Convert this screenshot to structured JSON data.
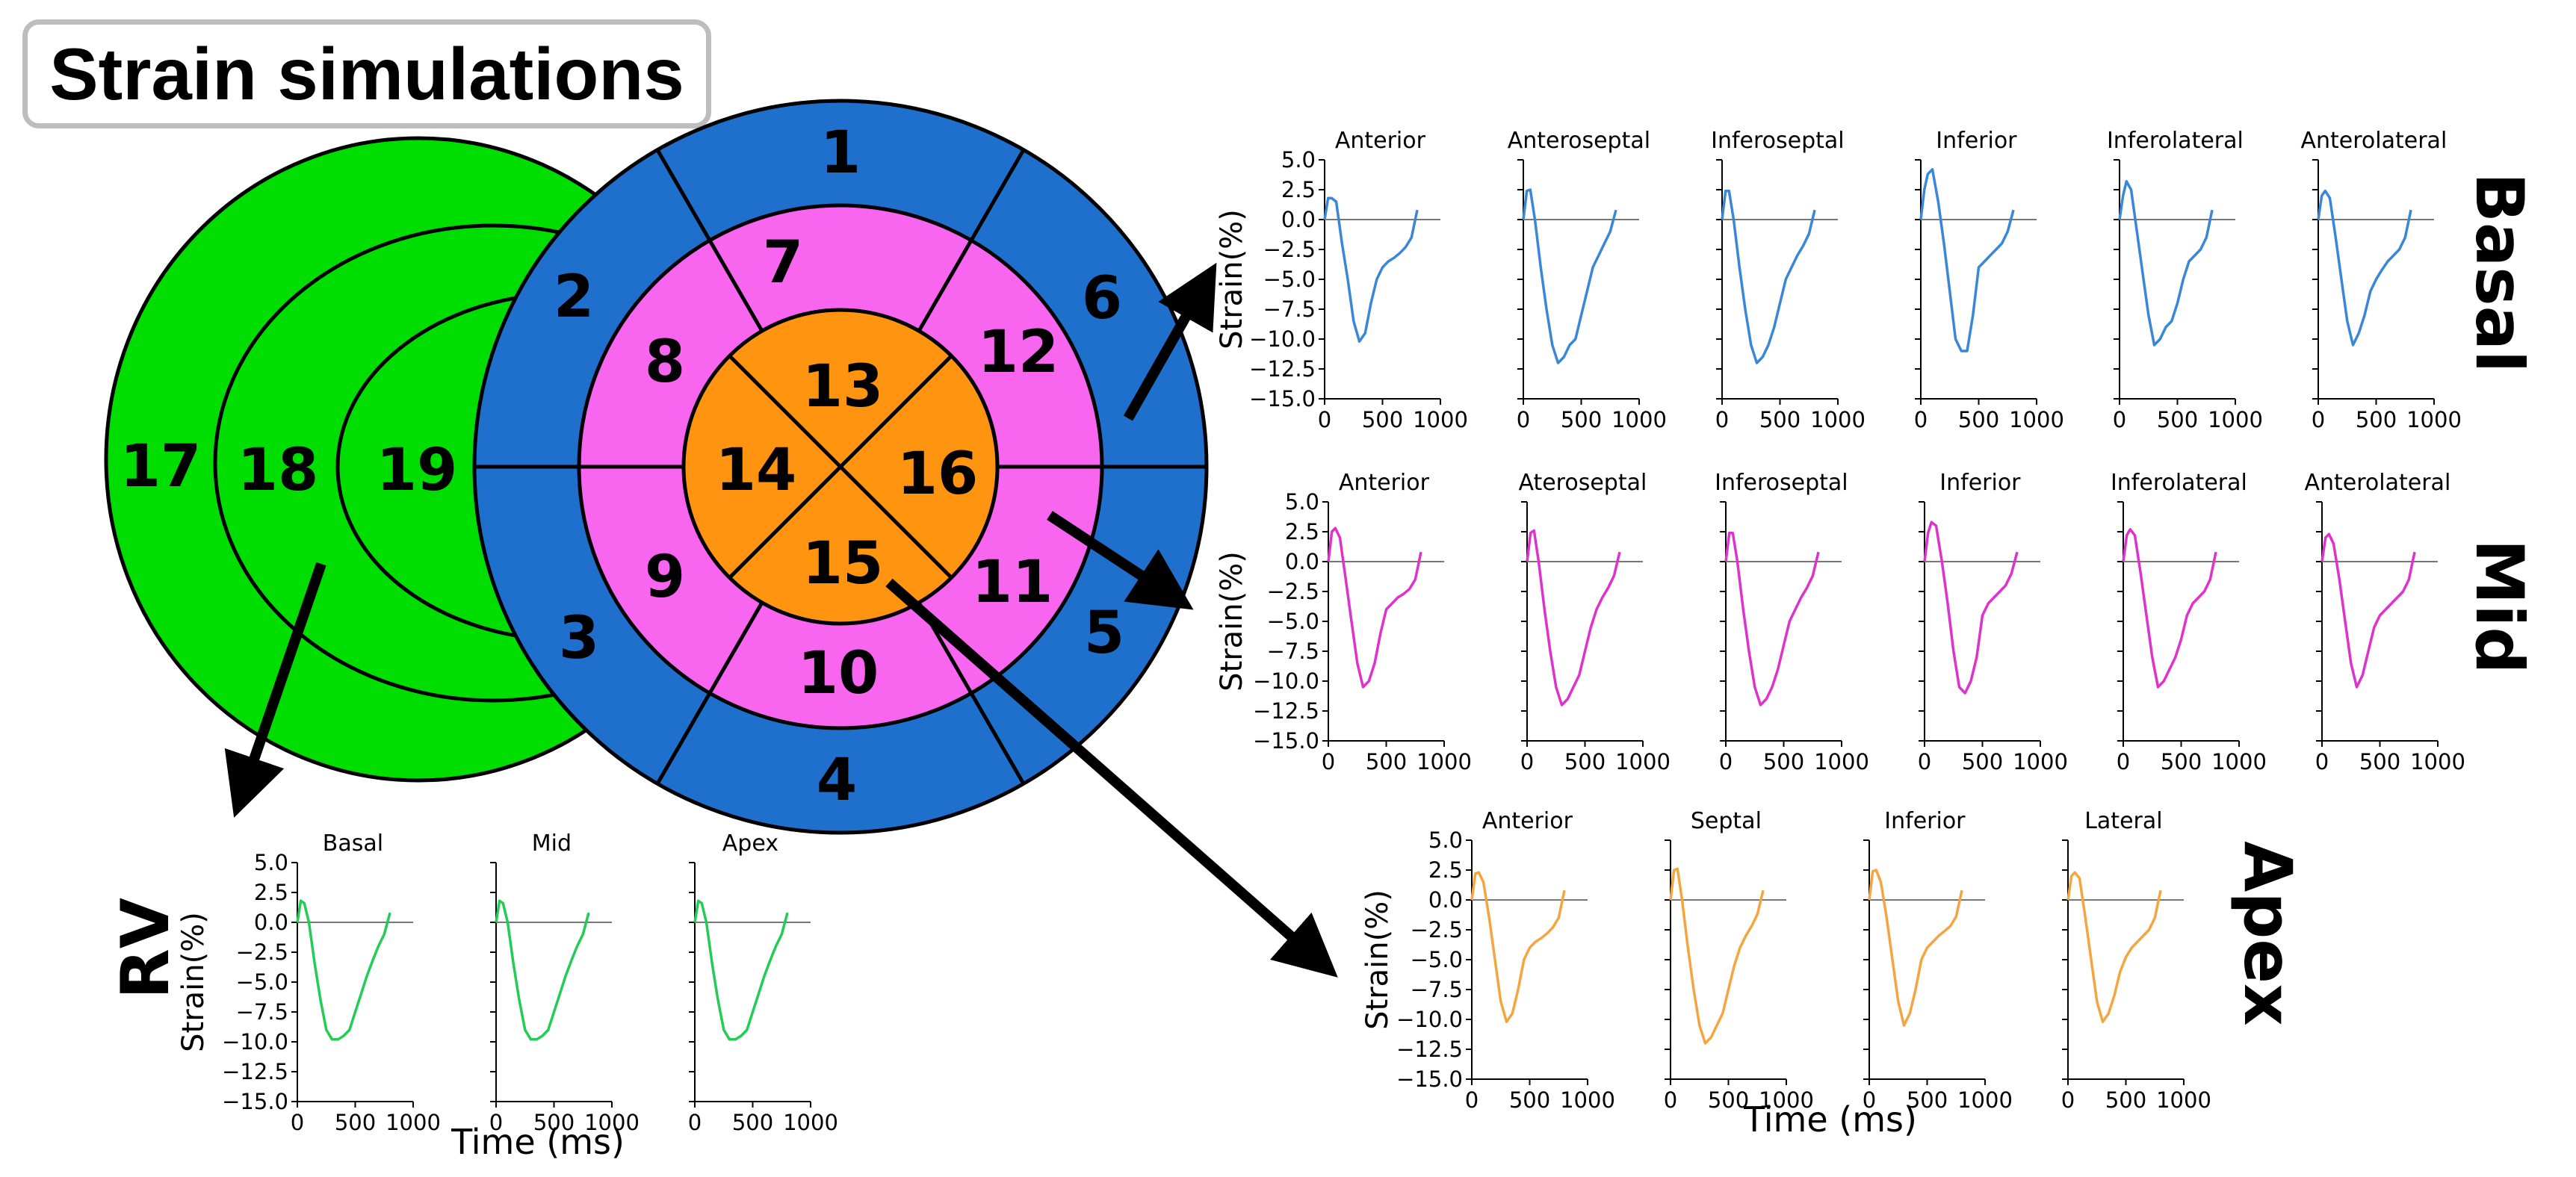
{
  "title": "Strain simulations",
  "colors": {
    "rv": "#00dd00",
    "basal_ring": "#1f6fcc",
    "mid_ring": "#f865ee",
    "apex_ring": "#ff9410",
    "basal_line": "#3a86d8",
    "mid_line": "#dd33cc",
    "apex_line": "#f5a540",
    "rv_line": "#22cc55"
  },
  "bullseye": {
    "lv_segments": [
      "1",
      "2",
      "3",
      "4",
      "5",
      "6",
      "7",
      "8",
      "9",
      "10",
      "11",
      "12",
      "13",
      "14",
      "15",
      "16"
    ],
    "rv_segments": [
      "17",
      "18",
      "19"
    ]
  },
  "groups": {
    "basal": "Basal",
    "mid": "Mid",
    "apex": "Apex",
    "rv": "RV"
  },
  "axes": {
    "ylabel": "Strain(%)",
    "xlabel": "Time (ms)",
    "yticks": [
      "5.0",
      "2.5",
      "0.0",
      "−2.5",
      "−5.0",
      "−7.5",
      "−10.0",
      "−12.5",
      "−15.0"
    ],
    "xticks": [
      "0",
      "500",
      "1000"
    ]
  },
  "chart_data": [
    {
      "group": "Basal",
      "type": "line",
      "ylabel": "Strain(%)",
      "xlabel": "",
      "ylim": [
        -15,
        5
      ],
      "xlim": [
        0,
        1000
      ],
      "series": [
        {
          "name": "Anterior",
          "x": [
            0,
            30,
            60,
            100,
            150,
            200,
            250,
            300,
            350,
            400,
            450,
            500,
            550,
            600,
            650,
            700,
            750,
            800
          ],
          "y": [
            0,
            1.8,
            1.8,
            1.5,
            -2,
            -5,
            -8.5,
            -10.2,
            -9.5,
            -7,
            -5,
            -4,
            -3.5,
            -3.2,
            -2.8,
            -2.3,
            -1.5,
            0.8
          ]
        },
        {
          "name": "Anteroseptal",
          "x": [
            0,
            30,
            60,
            100,
            150,
            200,
            250,
            300,
            350,
            400,
            450,
            500,
            550,
            600,
            650,
            700,
            750,
            800
          ],
          "y": [
            0,
            2.4,
            2.5,
            0,
            -4,
            -7.5,
            -10.5,
            -12,
            -11.5,
            -10.5,
            -10,
            -8,
            -6,
            -4,
            -3,
            -2,
            -1,
            0.8
          ]
        },
        {
          "name": "Inferoseptal",
          "x": [
            0,
            30,
            60,
            100,
            150,
            200,
            250,
            300,
            350,
            400,
            450,
            500,
            550,
            600,
            650,
            700,
            750,
            800
          ],
          "y": [
            0,
            2.4,
            2.4,
            0,
            -4,
            -7.5,
            -10.5,
            -12,
            -11.5,
            -10.5,
            -9,
            -7,
            -5,
            -4,
            -3,
            -2.2,
            -1.2,
            0.8
          ]
        },
        {
          "name": "Inferior",
          "x": [
            0,
            30,
            60,
            100,
            150,
            200,
            250,
            300,
            350,
            400,
            450,
            500,
            550,
            600,
            650,
            700,
            750,
            800
          ],
          "y": [
            0,
            2.5,
            3.8,
            4.2,
            1.5,
            -2,
            -6,
            -10,
            -11,
            -11,
            -8,
            -4,
            -3.5,
            -3,
            -2.5,
            -2,
            -1,
            0.8
          ]
        },
        {
          "name": "Inferolateral",
          "x": [
            0,
            30,
            60,
            100,
            150,
            200,
            250,
            300,
            350,
            400,
            450,
            500,
            550,
            600,
            650,
            700,
            750,
            800
          ],
          "y": [
            0,
            2,
            3.2,
            2.5,
            -1,
            -4.5,
            -8,
            -10.5,
            -10,
            -9,
            -8.5,
            -7,
            -5,
            -3.5,
            -3,
            -2.5,
            -1.5,
            0.8
          ]
        },
        {
          "name": "Anterolateral",
          "x": [
            0,
            30,
            60,
            100,
            150,
            200,
            250,
            300,
            350,
            400,
            450,
            500,
            550,
            600,
            650,
            700,
            750,
            800
          ],
          "y": [
            0,
            2,
            2.4,
            1.8,
            -1.5,
            -5,
            -8.5,
            -10.5,
            -9.5,
            -8,
            -6,
            -5,
            -4.2,
            -3.5,
            -3,
            -2.5,
            -1.5,
            0.8
          ]
        }
      ]
    },
    {
      "group": "Mid",
      "type": "line",
      "ylabel": "Strain(%)",
      "xlabel": "",
      "ylim": [
        -15,
        5
      ],
      "xlim": [
        0,
        1000
      ],
      "series": [
        {
          "name": "Anterior",
          "x": [
            0,
            30,
            60,
            100,
            150,
            200,
            250,
            300,
            350,
            400,
            450,
            500,
            550,
            600,
            650,
            700,
            750,
            800
          ],
          "y": [
            0,
            2.5,
            2.8,
            2,
            -1.5,
            -5,
            -8.5,
            -10.5,
            -10,
            -8.5,
            -6,
            -4,
            -3.5,
            -3,
            -2.7,
            -2.3,
            -1.5,
            0.8
          ]
        },
        {
          "name": "Ateroseptal",
          "x": [
            0,
            30,
            60,
            100,
            150,
            200,
            250,
            300,
            350,
            400,
            450,
            500,
            550,
            600,
            650,
            700,
            750,
            800
          ],
          "y": [
            0,
            2.4,
            2.6,
            0,
            -4,
            -7.5,
            -10.5,
            -12,
            -11.5,
            -10.5,
            -9.5,
            -7.5,
            -5.5,
            -4,
            -3,
            -2.2,
            -1.2,
            0.8
          ]
        },
        {
          "name": "Inferoseptal",
          "x": [
            0,
            30,
            60,
            100,
            150,
            200,
            250,
            300,
            350,
            400,
            450,
            500,
            550,
            600,
            650,
            700,
            750,
            800
          ],
          "y": [
            0,
            2.4,
            2.4,
            0,
            -4,
            -7.5,
            -10.5,
            -12,
            -11.5,
            -10.5,
            -9,
            -7,
            -5,
            -4,
            -3,
            -2.2,
            -1.2,
            0.8
          ]
        },
        {
          "name": "Inferior",
          "x": [
            0,
            30,
            60,
            100,
            150,
            200,
            250,
            300,
            350,
            400,
            450,
            500,
            550,
            600,
            650,
            700,
            750,
            800
          ],
          "y": [
            0,
            2.4,
            3.3,
            3,
            0,
            -3.5,
            -7.5,
            -10.5,
            -11,
            -10,
            -8,
            -4.5,
            -3.5,
            -3,
            -2.5,
            -2,
            -1,
            0.8
          ]
        },
        {
          "name": "Inferolateral",
          "x": [
            0,
            30,
            60,
            100,
            150,
            200,
            250,
            300,
            350,
            400,
            450,
            500,
            550,
            600,
            650,
            700,
            750,
            800
          ],
          "y": [
            0,
            2.2,
            2.7,
            2.2,
            -1,
            -4.5,
            -8,
            -10.5,
            -10,
            -9,
            -8,
            -6.5,
            -4.5,
            -3.5,
            -3,
            -2.5,
            -1.5,
            0.8
          ]
        },
        {
          "name": "Anterolateral",
          "x": [
            0,
            30,
            60,
            100,
            150,
            200,
            250,
            300,
            350,
            400,
            450,
            500,
            550,
            600,
            650,
            700,
            750,
            800
          ],
          "y": [
            0,
            2,
            2.3,
            1.5,
            -1.5,
            -5,
            -8.5,
            -10.5,
            -9.5,
            -7.5,
            -5.5,
            -4.5,
            -4,
            -3.5,
            -3,
            -2.5,
            -1.5,
            0.8
          ]
        }
      ]
    },
    {
      "group": "Apex",
      "type": "line",
      "ylabel": "Strain(%)",
      "xlabel": "Time (ms)",
      "ylim": [
        -15,
        5
      ],
      "xlim": [
        0,
        1000
      ],
      "series": [
        {
          "name": "Anterior",
          "x": [
            0,
            30,
            60,
            100,
            150,
            200,
            250,
            300,
            350,
            400,
            450,
            500,
            550,
            600,
            650,
            700,
            750,
            800
          ],
          "y": [
            0,
            2.2,
            2.3,
            1.5,
            -1.5,
            -5,
            -8.5,
            -10.2,
            -9.5,
            -7.5,
            -5,
            -4,
            -3.5,
            -3.2,
            -2.8,
            -2.3,
            -1.5,
            0.8
          ]
        },
        {
          "name": "Septal",
          "x": [
            0,
            30,
            60,
            100,
            150,
            200,
            250,
            300,
            350,
            400,
            450,
            500,
            550,
            600,
            650,
            700,
            750,
            800
          ],
          "y": [
            0,
            2.5,
            2.6,
            0,
            -4,
            -7.5,
            -10.5,
            -12,
            -11.5,
            -10.5,
            -9.5,
            -7.5,
            -5.5,
            -4,
            -3,
            -2.2,
            -1.2,
            0.8
          ]
        },
        {
          "name": "Inferior",
          "x": [
            0,
            30,
            60,
            100,
            150,
            200,
            250,
            300,
            350,
            400,
            450,
            500,
            550,
            600,
            650,
            700,
            750,
            800
          ],
          "y": [
            0,
            2.4,
            2.5,
            1.5,
            -1.5,
            -5,
            -8.5,
            -10.5,
            -9.5,
            -7.5,
            -5,
            -4,
            -3.5,
            -3,
            -2.6,
            -2.2,
            -1.4,
            0.8
          ]
        },
        {
          "name": "Lateral",
          "x": [
            0,
            30,
            60,
            100,
            150,
            200,
            250,
            300,
            350,
            400,
            450,
            500,
            550,
            600,
            650,
            700,
            750,
            800
          ],
          "y": [
            0,
            2,
            2.3,
            1.8,
            -1.5,
            -5,
            -8.5,
            -10.2,
            -9.5,
            -8,
            -6,
            -4.8,
            -4,
            -3.5,
            -3,
            -2.5,
            -1.5,
            0.8
          ]
        }
      ]
    },
    {
      "group": "RV",
      "type": "line",
      "ylabel": "Strain(%)",
      "xlabel": "Time (ms)",
      "ylim": [
        -15,
        5
      ],
      "xlim": [
        0,
        1000
      ],
      "series": [
        {
          "name": "Basal",
          "x": [
            0,
            30,
            60,
            100,
            150,
            200,
            250,
            300,
            350,
            400,
            450,
            500,
            550,
            600,
            650,
            700,
            750,
            800
          ],
          "y": [
            0,
            1.8,
            1.6,
            0,
            -3.5,
            -6.5,
            -9,
            -9.8,
            -9.8,
            -9.5,
            -9,
            -7.5,
            -6,
            -4.5,
            -3.2,
            -2,
            -1,
            0.8
          ]
        },
        {
          "name": "Mid",
          "x": [
            0,
            30,
            60,
            100,
            150,
            200,
            250,
            300,
            350,
            400,
            450,
            500,
            550,
            600,
            650,
            700,
            750,
            800
          ],
          "y": [
            0,
            1.8,
            1.6,
            0,
            -3.5,
            -6.5,
            -9,
            -9.8,
            -9.8,
            -9.5,
            -9,
            -7.5,
            -6,
            -4.5,
            -3.2,
            -2,
            -1,
            0.8
          ]
        },
        {
          "name": "Apex",
          "x": [
            0,
            30,
            60,
            100,
            150,
            200,
            250,
            300,
            350,
            400,
            450,
            500,
            550,
            600,
            650,
            700,
            750,
            800
          ],
          "y": [
            0,
            1.8,
            1.6,
            0,
            -3.5,
            -6.5,
            -9,
            -9.8,
            -9.8,
            -9.5,
            -9,
            -7.5,
            -6,
            -4.5,
            -3.2,
            -2,
            -1,
            0.8
          ]
        }
      ]
    }
  ]
}
